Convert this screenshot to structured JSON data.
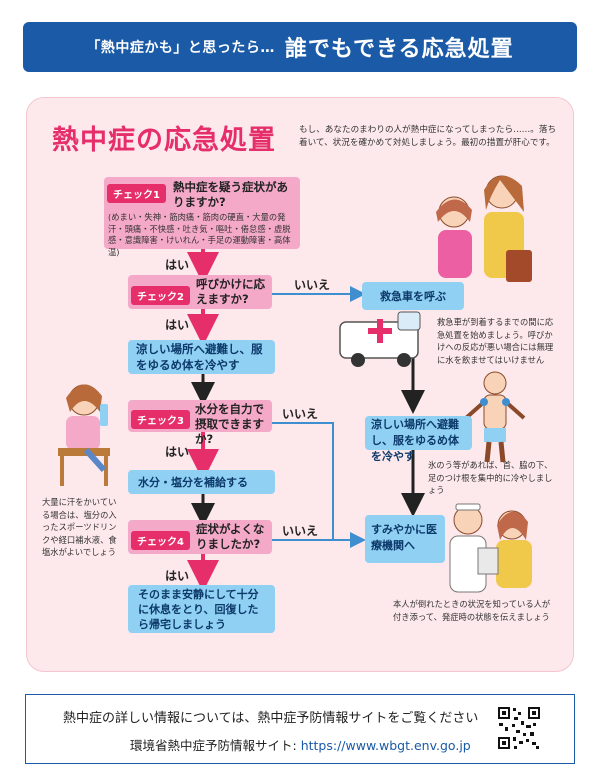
{
  "banner": {
    "pre": "「熱中症かも」と思ったら…",
    "main": "誰でもできる応急処置"
  },
  "panel": {
    "title": "熱中症の応急処置",
    "intro": "もし、あなたのまわりの人が熱中症になってしまったら……。落ち着いて、状況を確かめて対処しましょう。最初の措置が肝心です。"
  },
  "flow": {
    "check1": {
      "tag": "チェック1",
      "question": "熱中症を疑う症状がありますか?",
      "symptoms": "(めまい・失神・筋肉痛・筋肉の硬直・大量の発汗・頭痛・不快感・吐き気・嘔吐・倦怠感・虚脱感・意識障害・けいれん・手足の運動障害・高体温)"
    },
    "yes1": "はい",
    "check2": {
      "tag": "チェック2",
      "question": "呼びかけに応えますか?"
    },
    "no2": "いいえ",
    "ambulance": "救急車を呼ぶ",
    "ambulance_note": "救急車が到着するまでの間に応急処置を始めましょう。呼びかけへの反応が悪い場合には無理に水を飲ませてはいけません",
    "yes2": "はい",
    "cool_left": "涼しい場所へ避難し、服をゆるめ体を冷やす",
    "check3": {
      "tag": "チェック3",
      "question": "水分を自力で摂取できますか?"
    },
    "no3": "いいえ",
    "cool_right": "涼しい場所へ避難し、服をゆるめ体を冷やす",
    "ice_note": "氷のう等があれば、首、脇の下、足のつけ根を集中的に冷やしましょう",
    "yes3": "はい",
    "hydrate": "水分・塩分を補給する",
    "check4": {
      "tag": "チェック4",
      "question": "症状がよくなりましたか?"
    },
    "no4": "いいえ",
    "hospital": "すみやかに医療機関へ",
    "hospital_note": "本人が倒れたときの状況を知っている人が付き添って、発症時の状態を伝えましょう",
    "yes4": "はい",
    "rest": "そのまま安静にして十分に休息をとり、回復したら帰宅しましょう"
  },
  "side_note": "大量に汗をかいている場合は、塩分の入ったスポーツドリンクや経口補水液、食塩水がよいでしょう",
  "footer": {
    "line1": "熱中症の詳しい情報については、熱中症予防情報サイトをご覧ください",
    "line2_label": "環境省熱中症予防情報サイト:",
    "url": "https://www.wbgt.env.go.jp"
  },
  "colors": {
    "banner": "#1a5aa6",
    "accent_pink": "#e62e6b",
    "box_pink": "#f4a9c8",
    "box_blue": "#8fd0f3",
    "panel_bg": "#fde9ec"
  }
}
